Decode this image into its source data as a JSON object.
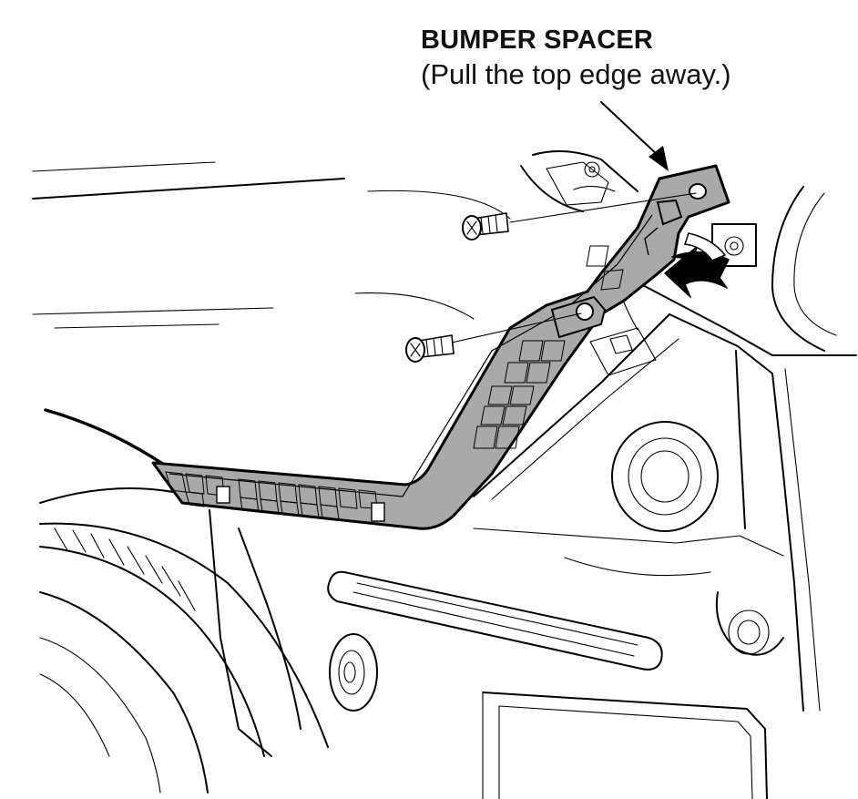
{
  "callout": {
    "title": "BUMPER SPACER",
    "note": "(Pull the top edge away.)"
  },
  "colors": {
    "line": "#000000",
    "part_fill": "#a9a9a9",
    "background": "#ffffff"
  },
  "parts": {
    "spacer": "bumper-spacer",
    "screws": [
      "screw-upper",
      "screw-lower"
    ],
    "pull_arrow": "pull-direction-arrow"
  }
}
